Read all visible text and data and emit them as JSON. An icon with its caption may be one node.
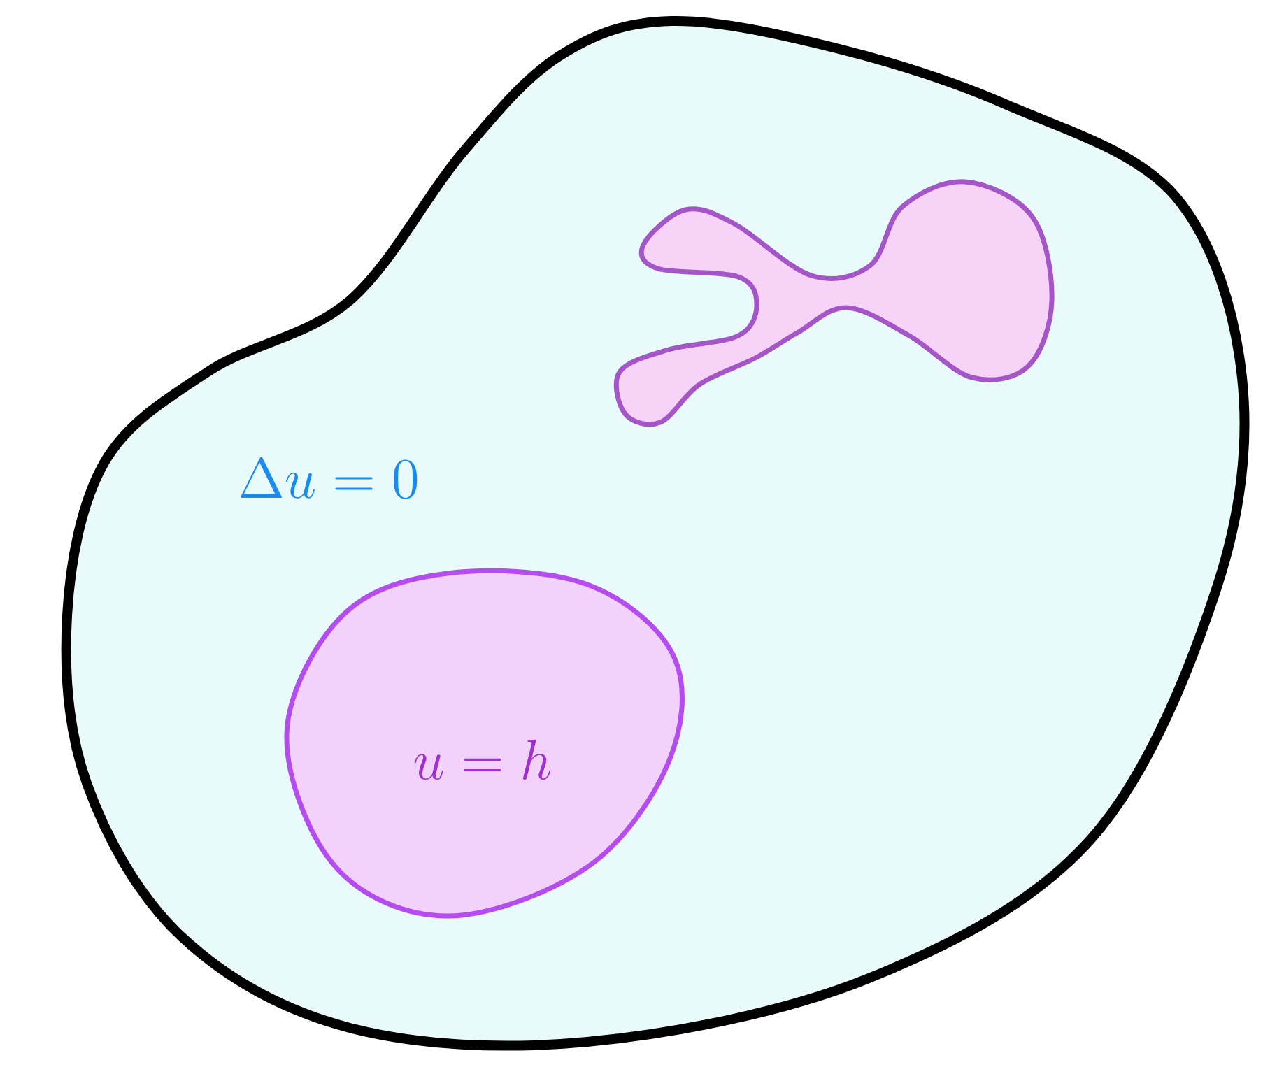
{
  "diagram": {
    "nodes": [
      {
        "text": [
          "\\Delta u = 0"
        ]
      },
      {
        "text": [
          "u = h"
        ],
        "in": 0
      },
      {
        "text": [],
        "shape": "blob",
        "in": 0
      }
    ]
  }
}
